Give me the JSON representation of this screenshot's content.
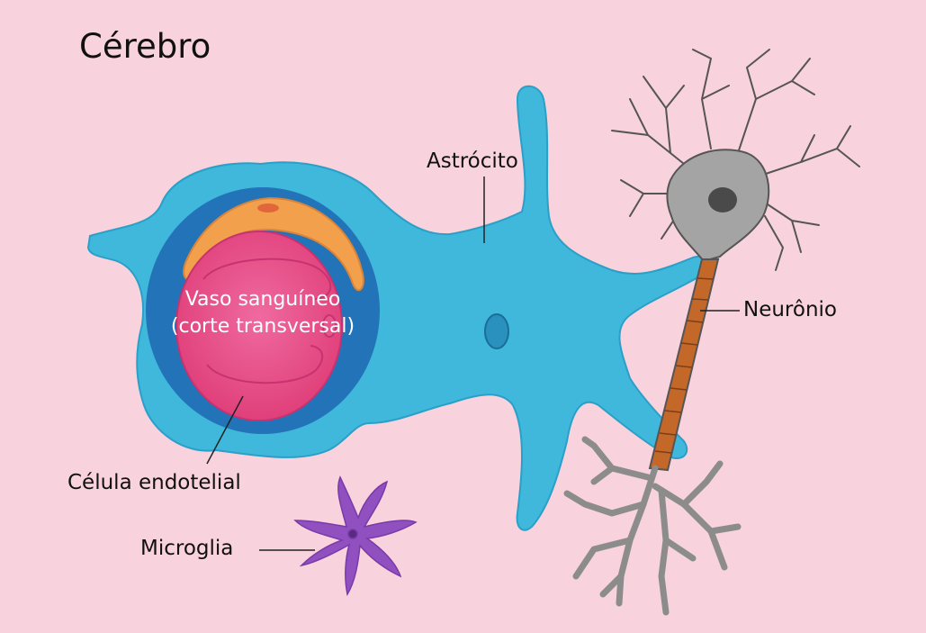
{
  "title": "Cérebro",
  "labels": {
    "astrocyte": "Astrócito",
    "neuron": "Neurônio",
    "endothelial_cell": "Célula endotelial",
    "microglia": "Microglia",
    "vessel_line1": "Vaso sanguíneo",
    "vessel_line2": "(corte transversal)"
  },
  "colors": {
    "background": "#f8d2dc",
    "astrocyte": "#3fb8dc",
    "vessel_wall": "#2373b8",
    "blood": "#e94a87",
    "endothelial_nucleus": "#f2a04c",
    "neuron_body": "#a4a4a4",
    "axon": "#c4682a",
    "microglia": "#9150c0"
  }
}
